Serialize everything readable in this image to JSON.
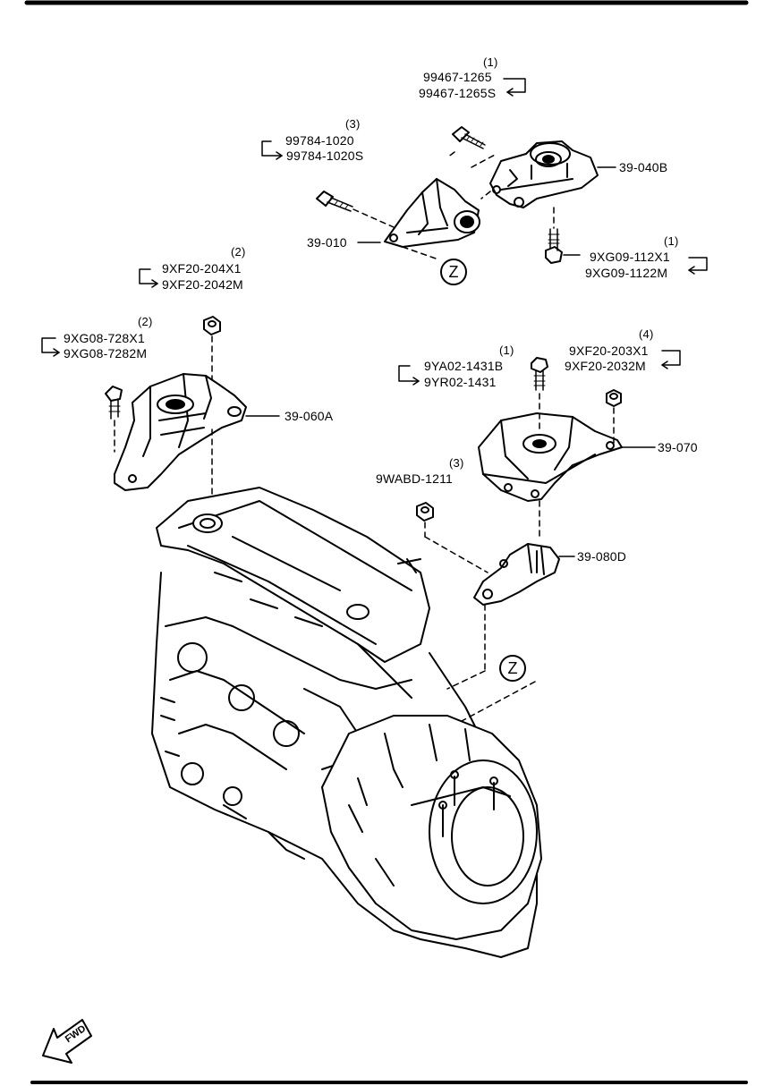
{
  "parts": {
    "p39_040B": "39-040B",
    "p39_010": "39-010",
    "p39_060A": "39-060A",
    "p39_070": "39-070",
    "p39_080D": "39-080D"
  },
  "fasteners": {
    "bolt_top": {
      "qty": "(1)",
      "a": "99467-1265",
      "b": "99467-1265S"
    },
    "bolt_left": {
      "qty": "(3)",
      "a": "99784-1020",
      "b": "99784-1020S"
    },
    "bolt_right": {
      "qty": "(1)",
      "a": "9XG09-112X1",
      "b": "9XG09-1122M"
    },
    "nut_mid": {
      "qty": "(2)",
      "a": "9XF20-204X1",
      "b": "9XF20-2042M"
    },
    "bolt_far_left": {
      "qty": "(2)",
      "a": "9XG08-728X1",
      "b": "9XG08-7282M"
    },
    "bolt_center": {
      "qty": "(1)",
      "a": "9YA02-1431B",
      "b": "9YR02-1431"
    },
    "nut_right": {
      "qty": "(4)",
      "a": "9XF20-203X1",
      "b": "9XF20-2032M"
    },
    "nut_lower": {
      "qty": "(3)",
      "a": "9WABD-1211"
    }
  },
  "markers": {
    "z_upper": "Z",
    "z_lower": "Z"
  },
  "fwd": "FWD"
}
